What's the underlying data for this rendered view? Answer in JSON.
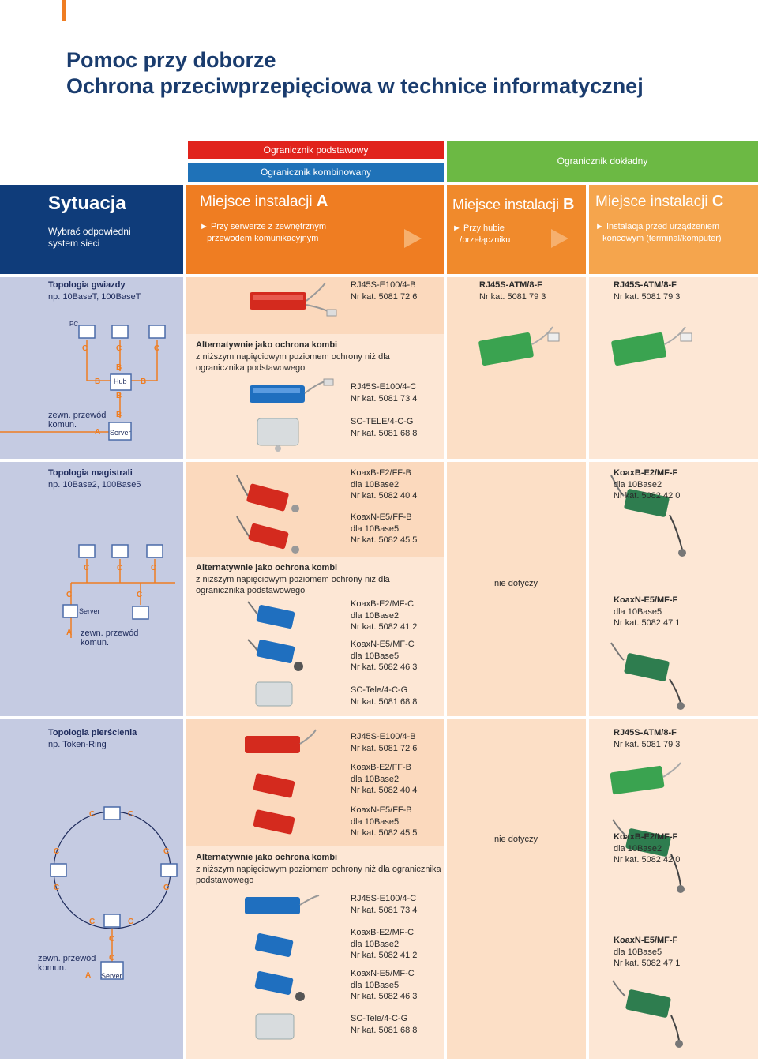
{
  "title": {
    "line1": "Pomoc przy doborze",
    "line2": "Ochrona przeciwprzepięciowa w technice informatycznej"
  },
  "headers": {
    "red": "Ogranicznik podstawowy",
    "blue": "Ogranicznik kombinowany",
    "green": "Ogranicznik dokładny"
  },
  "situation": {
    "title": "Sytuacja",
    "line1": "Wybrać odpowiedni",
    "line2": "system sieci"
  },
  "locA": {
    "head": "Miejsce instalacji ",
    "letter": "A",
    "t1": "► Przy serwerze z zewnętrznym",
    "t2": "przewodem komunikacyjnym"
  },
  "locB": {
    "head": "Miejsce instalacji ",
    "letter": "B",
    "t1": "► Przy hubie",
    "t2": "/przełączniku"
  },
  "locC": {
    "head": "Miejsce instalacji ",
    "letter": "C",
    "t1": "► Instalacja przed urządzeniem",
    "t2": "końcowym (terminal/komputer)"
  },
  "row1": {
    "topo1": "Topologia gwiazdy",
    "topo2": "np. 10BaseT, 100BaseT",
    "a_name": "RJ45S-E100/4-B",
    "a_cat": "Nr kat. 5081 72 6",
    "b_name": "RJ45S-ATM/8-F",
    "b_cat": "Nr kat. 5081 79 3",
    "c_name": "RJ45S-ATM/8-F",
    "c_cat": "Nr kat. 5081 79 3",
    "alt_title": "Alternatywnie jako ochrona kombi",
    "alt_1": "z niższym napięciowym poziomem ochrony niż dla",
    "alt_2": "ogranicznika podstawowego",
    "a2_name": "RJ45S-E100/4-C",
    "a2_cat": "Nr kat. 5081 73 4",
    "a3_name": "SC-TELE/4-C-G",
    "a3_cat": "Nr kat. 5081 68 8",
    "pc": "PC",
    "hub": "Hub",
    "server": "Server",
    "zewn1": "zewn. przewód",
    "zewn2": "komun."
  },
  "row2": {
    "topo1": "Topologia magistrali",
    "topo2": "np. 10Base2, 100Base5",
    "a1_name": "KoaxB-E2/FF-B",
    "a1_sub": "dla 10Base2",
    "a1_cat": "Nr kat. 5082 40 4",
    "a2_name": "KoaxN-E5/FF-B",
    "a2_sub": "dla 10Base5",
    "a2_cat": "Nr kat. 5082 45 5",
    "alt_title": "Alternatywnie jako ochrona kombi",
    "alt_1": "z niższym napięciowym poziomem ochrony niż dla",
    "alt_2": "ogranicznika podstawowego",
    "a3_name": "KoaxB-E2/MF-C",
    "a3_sub": "dla 10Base2",
    "a3_cat": "Nr kat. 5082 41 2",
    "a4_name": "KoaxN-E5/MF-C",
    "a4_sub": "dla 10Base5",
    "a4_cat": "Nr kat. 5082 46 3",
    "a5_name": "SC-Tele/4-C-G",
    "a5_cat": "Nr kat. 5081 68 8",
    "b_na": "nie dotyczy",
    "c1_name": "KoaxB-E2/MF-F",
    "c1_sub": "dla 10Base2",
    "c1_cat": "Nr kat. 5082 42 0",
    "c2_name": "KoaxN-E5/MF-F",
    "c2_sub": "dla 10Base5",
    "c2_cat": "Nr kat. 5082 47 1",
    "server": "Server",
    "zewn1": "zewn. przewód",
    "zewn2": "komun."
  },
  "row3": {
    "topo1": "Topologia pierścienia",
    "topo2": "np. Token-Ring",
    "a1_name": "RJ45S-E100/4-B",
    "a1_cat": "Nr kat. 5081 72 6",
    "a2_name": "KoaxB-E2/FF-B",
    "a2_sub": "dla 10Base2",
    "a2_cat": "Nr kat. 5082 40 4",
    "a3_name": "KoaxN-E5/FF-B",
    "a3_sub": "dla 10Base5",
    "a3_cat": "Nr kat. 5082 45 5",
    "alt_title": "Alternatywnie jako ochrona kombi",
    "alt_1": "z niższym napięciowym poziomem ochrony niż dla ogranicznika",
    "alt_2": "podstawowego",
    "a4_name": "RJ45S-E100/4-C",
    "a4_cat": "Nr kat. 5081 73 4",
    "a5_name": "KoaxB-E2/MF-C",
    "a5_sub": "dla 10Base2",
    "a5_cat": "Nr kat. 5082 41 2",
    "a6_name": "KoaxN-E5/MF-C",
    "a6_sub": "dla 10Base5",
    "a6_cat": "Nr kat. 5082 46 3",
    "a7_name": "SC-Tele/4-C-G",
    "a7_cat": "Nr kat. 5081 68 8",
    "b_na": "nie dotyczy",
    "c1_name": "RJ45S-ATM/8-F",
    "c1_cat": "Nr kat. 5081 79 3",
    "c2_name": "KoaxB-E2/MF-F",
    "c2_sub": "dla 10Base2",
    "c2_cat": "Nr kat. 5082 42 0",
    "c3_name": "KoaxN-E5/MF-F",
    "c3_sub": "dla 10Base5",
    "c3_cat": "Nr kat. 5082 47 1",
    "server": "Server",
    "zewn1": "zewn. przewód",
    "zewn2": "komun."
  },
  "letters": {
    "A": "A",
    "B": "B",
    "C": "C"
  },
  "colors": {
    "navy": "#0f3c7a",
    "orange": "#ef7d22",
    "red": "#e1231c",
    "blue": "#1f72b8",
    "green": "#6cb944"
  }
}
